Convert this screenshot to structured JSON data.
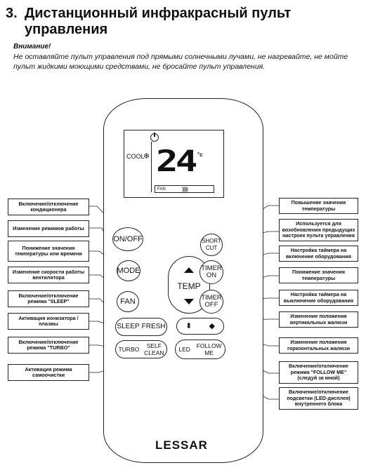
{
  "heading": {
    "number": "3.",
    "line1": "Дистанционный инфракрасный пульт",
    "line2": "управления"
  },
  "warning": {
    "title": "Внимание!",
    "text": "Не оставляйте пульт управления под прямыми солнечными лучами, не нагревайте, не мойте пульт жидкими моющими средствами, не бросайте пульт управления."
  },
  "display": {
    "mode": "COOL",
    "mode_icon": "snowflake-icon",
    "temperature": "24",
    "unit": "°c",
    "fan_label": "FAN",
    "fan_bars": "))))))"
  },
  "buttons": {
    "onoff": "ON/OFF",
    "mode": "MODE",
    "fan": "FAN",
    "temp": "TEMP",
    "short_cut_1": "SHORT",
    "short_cut_2": "CUT",
    "timer_on_1": "TIMER",
    "timer_on_2": "ON",
    "timer_off_1": "TIMER",
    "timer_off_2": "OFF",
    "sleep": "SLEEP",
    "fresh": "FRESH",
    "turbo": "TURBO",
    "self_clean_1": "SELF",
    "self_clean_2": "CLEAN",
    "led": "LED",
    "follow_me_1": "FOLLOW",
    "follow_me_2": "ME",
    "swing_vertical_icon": "up-down-arrow-icon",
    "swing_horizontal_icon": "left-right-arrow-icon"
  },
  "brand": "LESSAR",
  "callouts_left": [
    "Включение/отключение кондиционера",
    "Изменение режимов работы",
    "Понижение значения температуры или времени",
    "Изменение скорости работы вентилятора",
    "Включение/отключение режима \"SLEEP\"",
    "Активация ионизатора / плазмы",
    "Включение/отключение режима \"TURBO\"",
    "Активация режима самоочистки"
  ],
  "callouts_right": [
    "Повышение значения температуры",
    "Используется для возобновления предыдущих настроек пульта управления",
    "Настройка таймера на включение оборудования",
    "Понижение значения температуры",
    "Настройка таймера на выключение оборудования",
    "Изменение положения вертикальных жалюзи",
    "Изменение положения горизонтальных жалюзи",
    "Включение/отключение режима \"FOLLOW ME\" (следуй за мной)",
    "Включение/отключение подсветки (LED-дисплея) внутреннего блока"
  ]
}
